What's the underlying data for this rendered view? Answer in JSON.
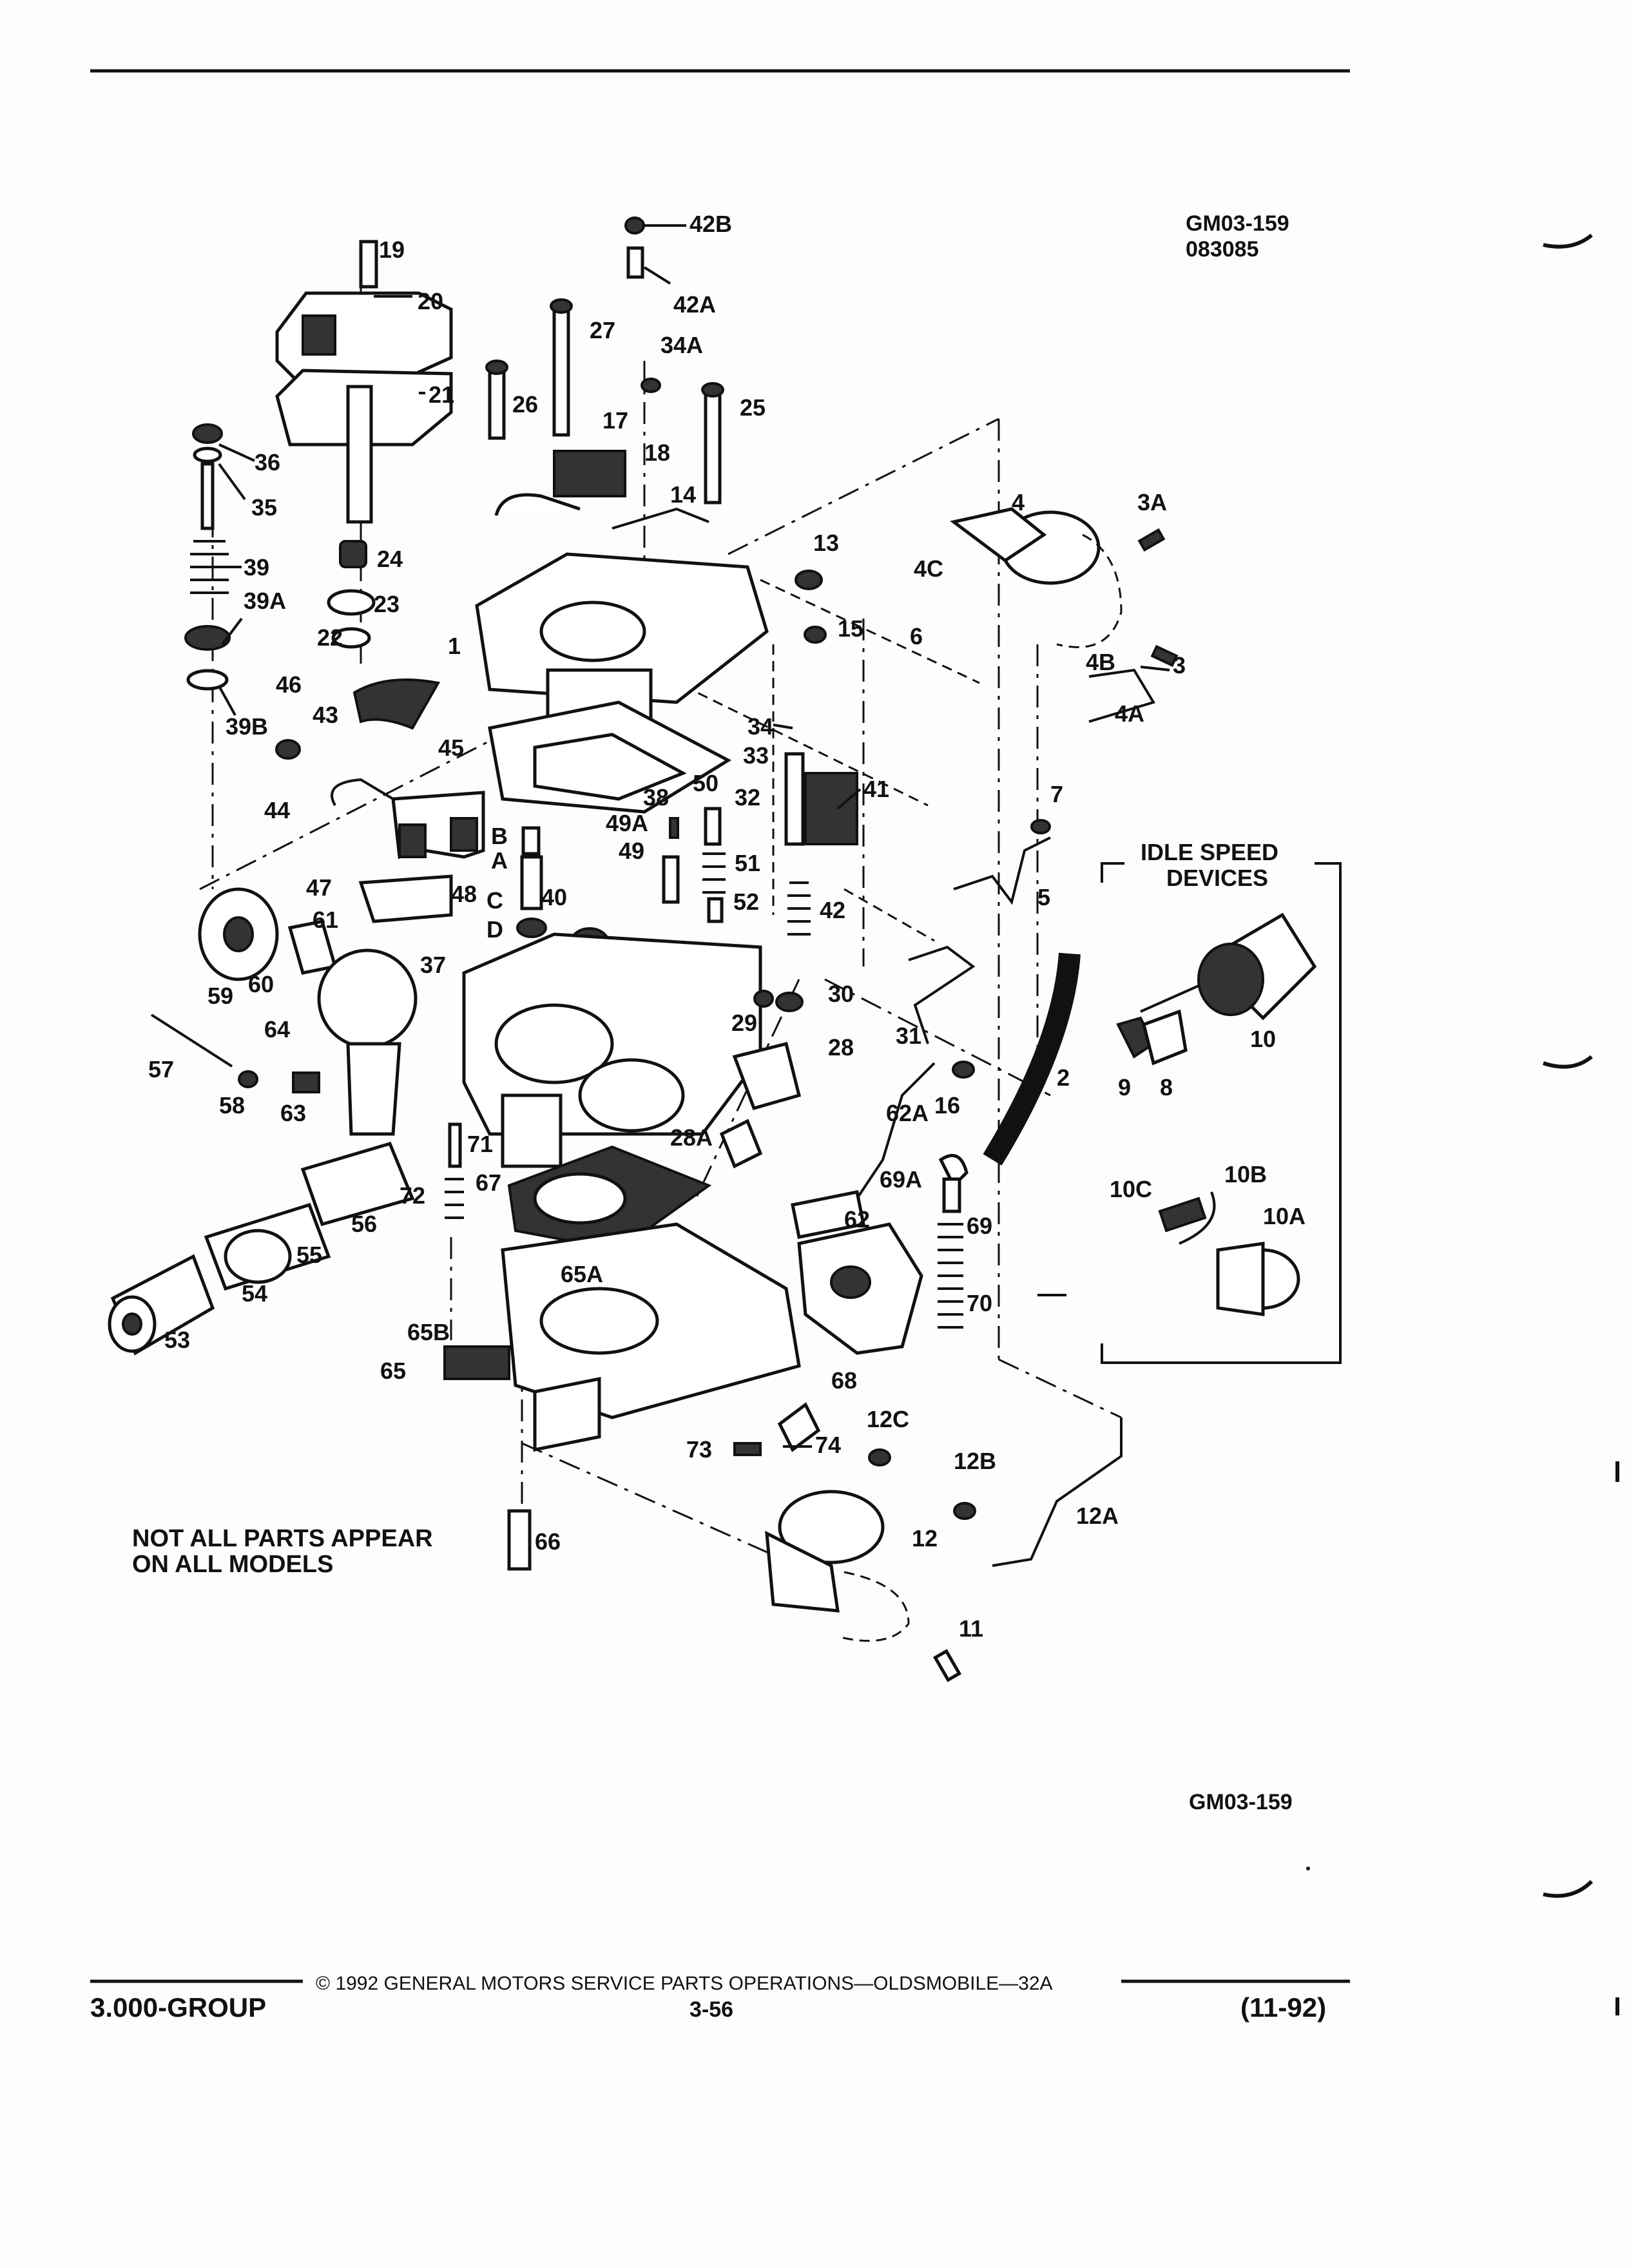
{
  "header": {
    "code": "GM03-159",
    "date": "083085"
  },
  "panel": {
    "title_line1": "IDLE SPEED",
    "title_line2": "DEVICES"
  },
  "note": {
    "line1": "NOT ALL PARTS APPEAR",
    "line2": "ON ALL MODELS"
  },
  "figure_code": "GM03-159",
  "footer": {
    "copyright": "© 1992 GENERAL MOTORS SERVICE PARTS OPERATIONS—OLDSMOBILE—32A",
    "group": "3.000-GROUP",
    "page": "3-56",
    "date": "(11-92)"
  },
  "parts": [
    "19",
    "20",
    "21",
    "36",
    "35",
    "39",
    "39A",
    "39B",
    "24",
    "23",
    "22",
    "46",
    "43",
    "44",
    "45",
    "42B",
    "42A",
    "27",
    "34A",
    "26",
    "17",
    "25",
    "18",
    "14",
    "13",
    "15",
    "1",
    "4",
    "3A",
    "4C",
    "6",
    "4B",
    "3",
    "4A",
    "34",
    "33",
    "32",
    "41",
    "38",
    "50",
    "49A",
    "49",
    "51",
    "52",
    "42",
    "B",
    "A",
    "C",
    "D",
    "40",
    "48",
    "7",
    "5",
    "47",
    "61",
    "59",
    "60",
    "64",
    "57",
    "58",
    "63",
    "37",
    "30",
    "29",
    "28",
    "31",
    "16",
    "2",
    "62A",
    "28A",
    "71",
    "72",
    "67",
    "69A",
    "69",
    "62",
    "70",
    "55",
    "56",
    "54",
    "53",
    "65A",
    "65B",
    "65",
    "68",
    "74",
    "73",
    "12C",
    "12B",
    "12A",
    "12",
    "66",
    "11",
    "10",
    "9",
    "8",
    "10C",
    "10B",
    "10A"
  ]
}
